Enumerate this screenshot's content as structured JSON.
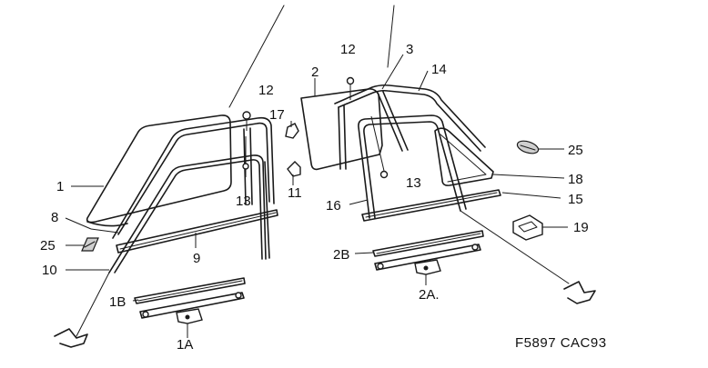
{
  "callouts": {
    "c1": "1",
    "c2": "2",
    "c3": "3",
    "c8": "8",
    "c9": "9",
    "c10": "10",
    "c11": "11",
    "c12a": "12",
    "c12b": "12",
    "c13a": "13",
    "c13b": "13",
    "c14": "14",
    "c15": "15",
    "c16": "16",
    "c17": "17",
    "c18": "18",
    "c19": "19",
    "c25a": "25",
    "c25b": "25",
    "c1A": "1A",
    "c1B": "1B",
    "c2A": "2A.",
    "c2B": "2B"
  },
  "drawing_code": "F5897 CAC93"
}
